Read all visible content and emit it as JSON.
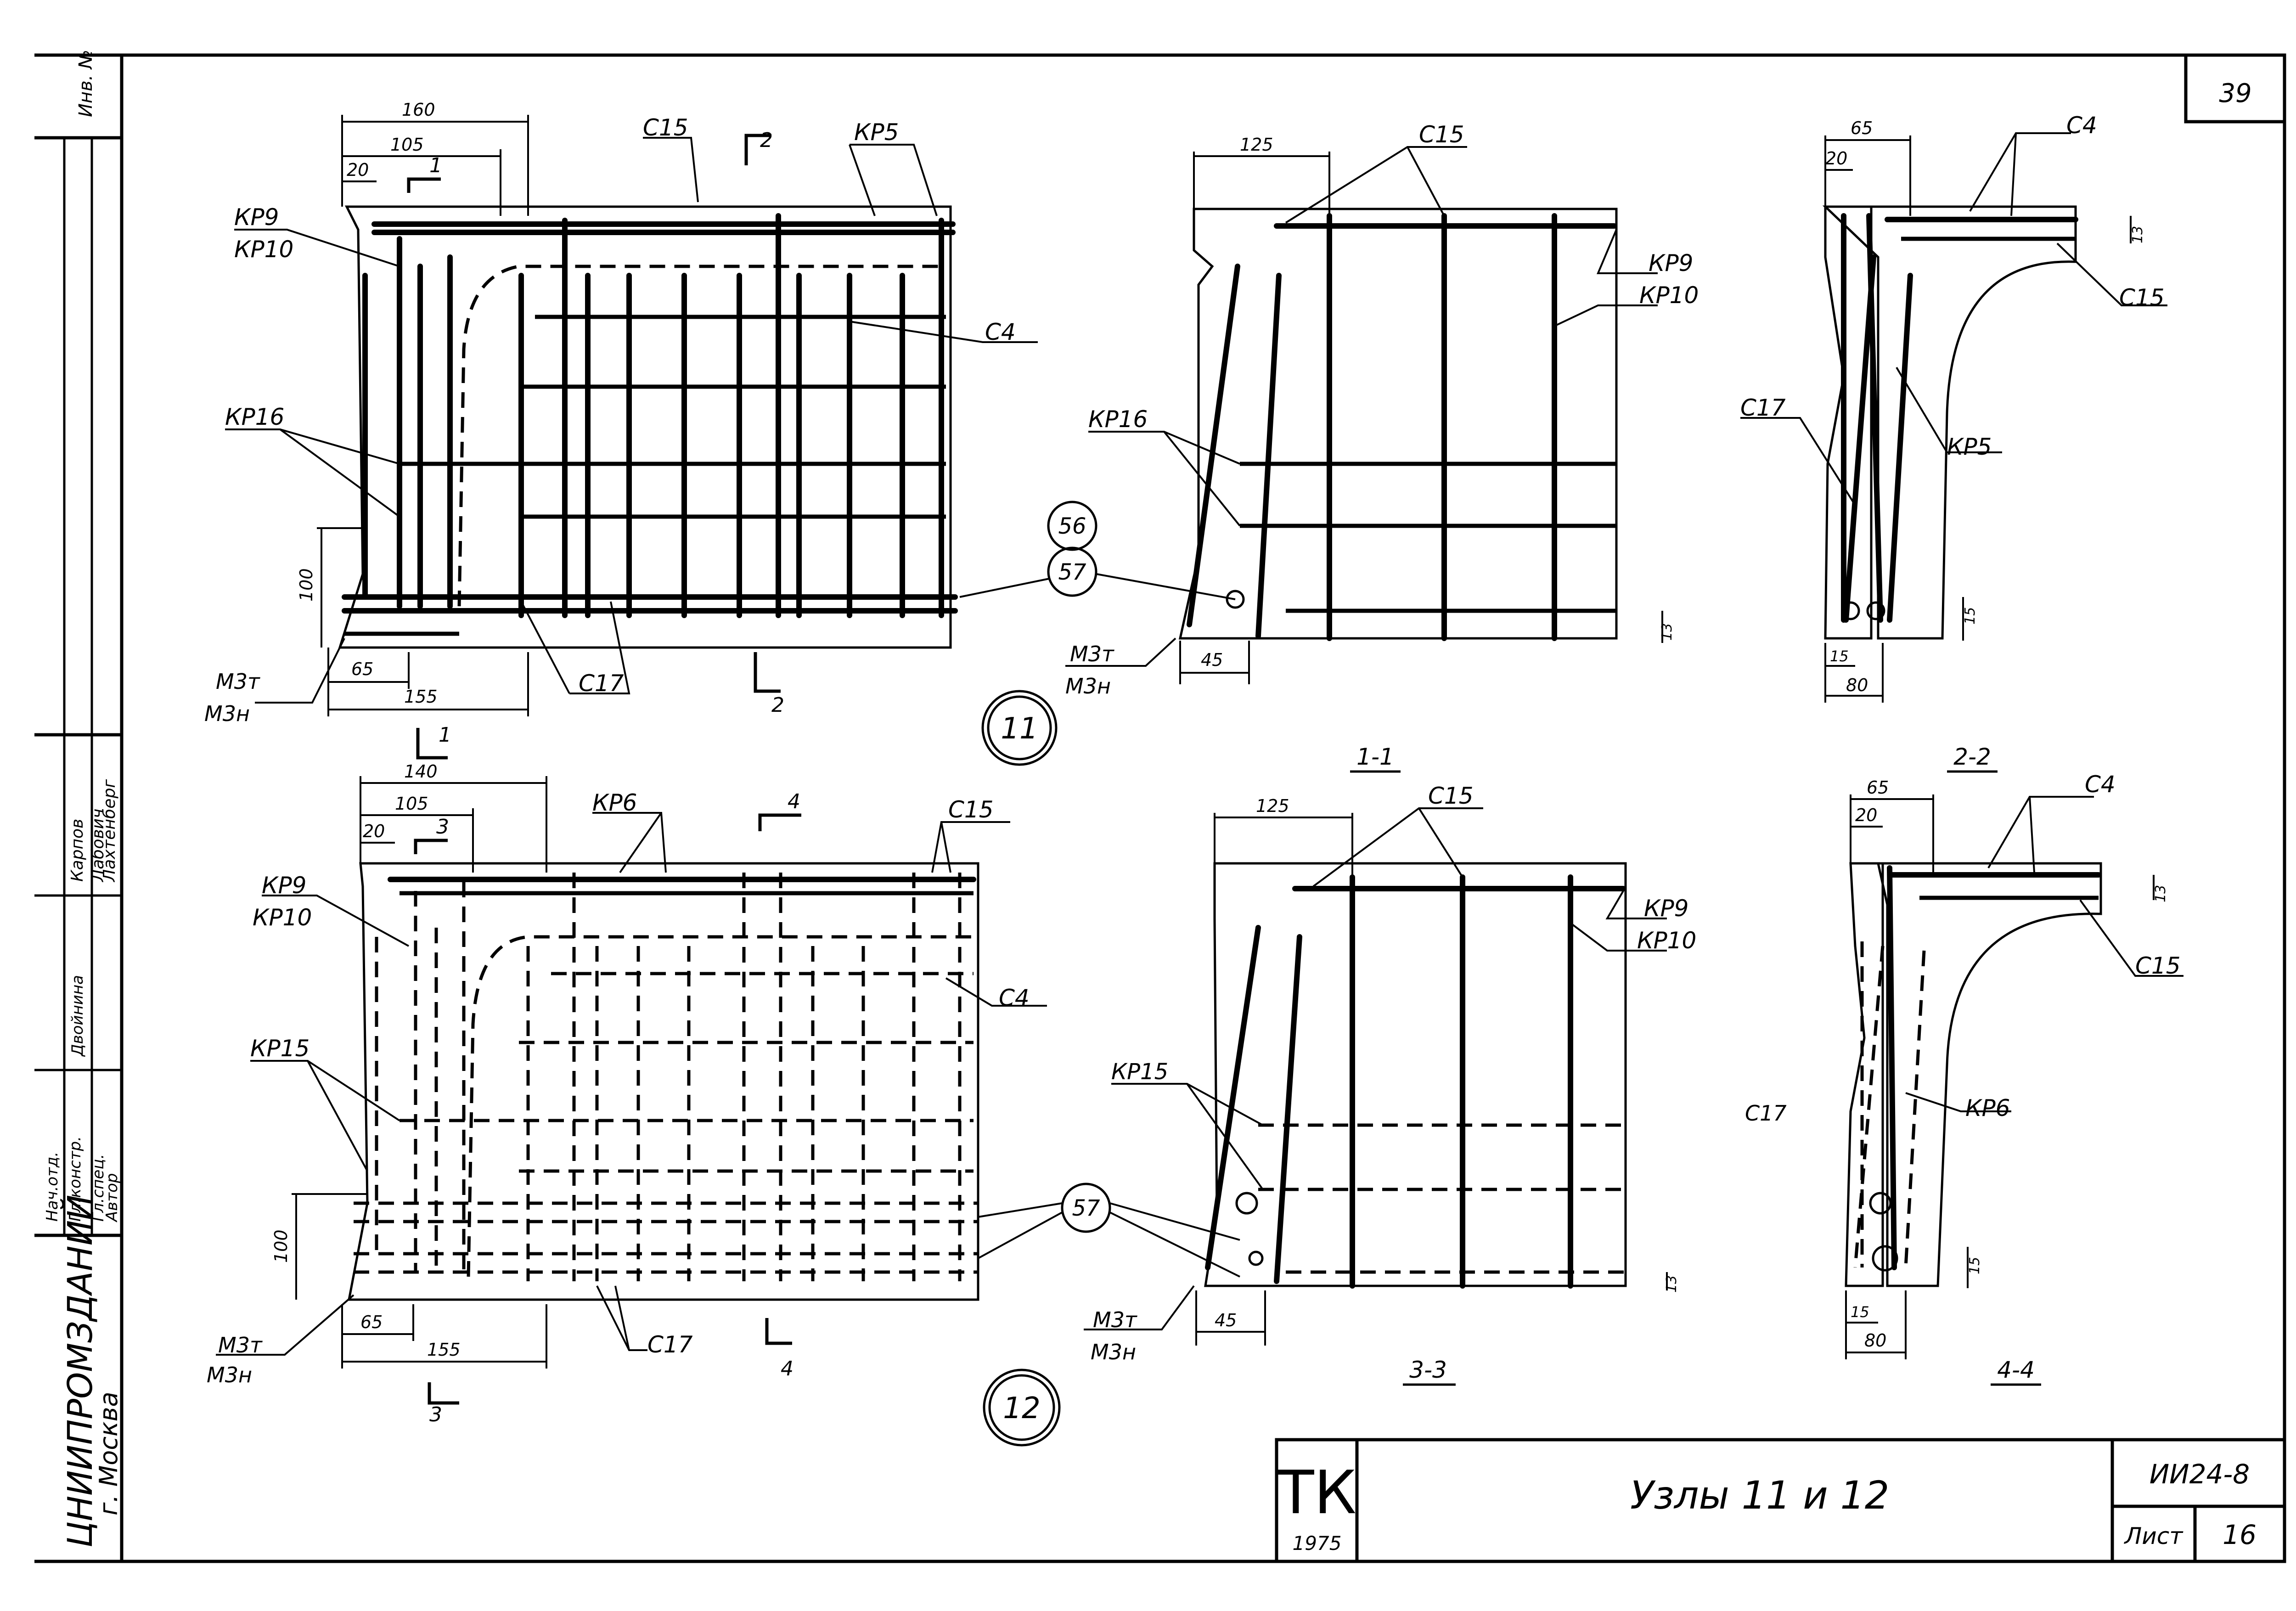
{
  "sheet_number": "39",
  "title_block": {
    "stamp": "ТК",
    "year": "1975",
    "title": "Узлы 11 и 12",
    "series": "ИИ24-8",
    "sheet_label": "Лист",
    "sheet": "16"
  },
  "side_stamp": {
    "org": "ЦНИИПРОМЗДАНИЙ",
    "city": "г. Москва",
    "inv": "Инв. №",
    "roles": [
      "Нач.отд.",
      "Гл.констр.",
      "Гл.спец.",
      "Автор"
    ],
    "names": [
      "Лахтенберг",
      "Карпов",
      "Лабович",
      "Двойнина"
    ]
  },
  "node_11": {
    "number": "11",
    "plan": {
      "dims": [
        "160",
        "105",
        "20",
        "100",
        "65",
        "155"
      ],
      "labels": [
        "С15",
        "КР5",
        "КР9",
        "КР10",
        "С4",
        "КР16",
        "М3т",
        "М3н",
        "С17"
      ],
      "section_marks": [
        "1",
        "2",
        "2",
        "1"
      ]
    },
    "section_1": {
      "caption": "1-1",
      "dims": [
        "125",
        "45",
        "13"
      ],
      "labels": [
        "С15",
        "КР9",
        "КР10",
        "КР16",
        "М3т",
        "М3н"
      ]
    },
    "section_2": {
      "caption": "2-2",
      "dims": [
        "65",
        "20",
        "13",
        "15",
        "15",
        "80"
      ],
      "labels": [
        "С4",
        "С15",
        "С17",
        "КР5"
      ]
    },
    "callouts": [
      "56",
      "57"
    ]
  },
  "node_12": {
    "number": "12",
    "plan": {
      "dims": [
        "140",
        "105",
        "20",
        "100",
        "65",
        "155"
      ],
      "labels": [
        "КР6",
        "С15",
        "КР9",
        "КР10",
        "С4",
        "КР15",
        "М3т",
        "М3н",
        "С17"
      ],
      "section_marks": [
        "3",
        "4",
        "4",
        "3"
      ]
    },
    "section_3": {
      "caption": "3-3",
      "dims": [
        "125",
        "45",
        "13"
      ],
      "labels": [
        "С15",
        "КР9",
        "КР10",
        "КР15",
        "М3т",
        "М3н"
      ]
    },
    "section_4": {
      "caption": "4-4",
      "dims": [
        "65",
        "20",
        "13",
        "15",
        "15",
        "80"
      ],
      "labels": [
        "С4",
        "С15",
        "С17",
        "КР6"
      ]
    },
    "callouts": [
      "57"
    ]
  }
}
